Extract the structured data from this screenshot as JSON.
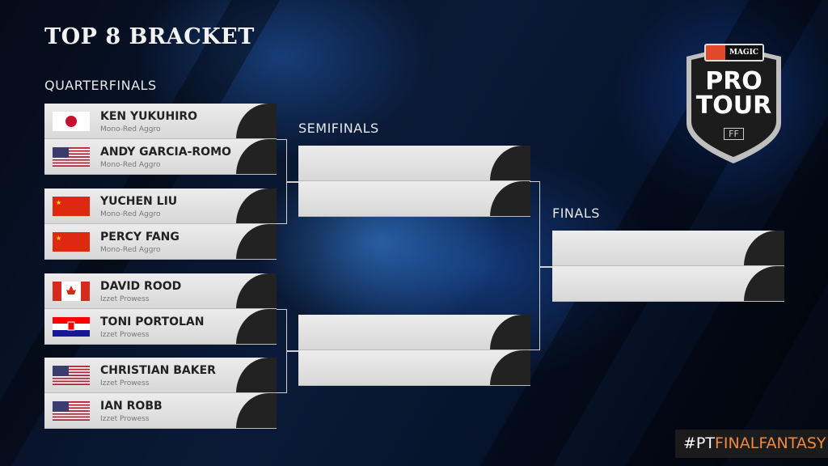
{
  "title": "TOP 8 BRACKET",
  "rounds": {
    "quarterfinals": "QUARTERFINALS",
    "semifinals": "SEMIFINALS",
    "finals": "FINALS"
  },
  "quarterfinals": [
    {
      "name": "KEN YUKUHIRO",
      "deck": "Mono-Red Aggro",
      "flag": "japan"
    },
    {
      "name": "ANDY GARCIA-ROMO",
      "deck": "Mono-Red Aggro",
      "flag": "usa"
    },
    {
      "name": "YUCHEN LIU",
      "deck": "Mono-Red Aggro",
      "flag": "china"
    },
    {
      "name": "PERCY FANG",
      "deck": "Mono-Red Aggro",
      "flag": "china"
    },
    {
      "name": "DAVID ROOD",
      "deck": "Izzet Prowess",
      "flag": "canada"
    },
    {
      "name": "TONI PORTOLAN",
      "deck": "Izzet Prowess",
      "flag": "croatia"
    },
    {
      "name": "CHRISTIAN BAKER",
      "deck": "Izzet Prowess",
      "flag": "usa"
    },
    {
      "name": "IAN ROBB",
      "deck": "Izzet Prowess",
      "flag": "usa"
    }
  ],
  "logo": {
    "brand": "MAGIC",
    "line1": "PRO",
    "line2": "TOUR",
    "sub": "FF"
  },
  "hashtag": {
    "prefix": "#PT",
    "suffix": "FINALFANTASY"
  }
}
